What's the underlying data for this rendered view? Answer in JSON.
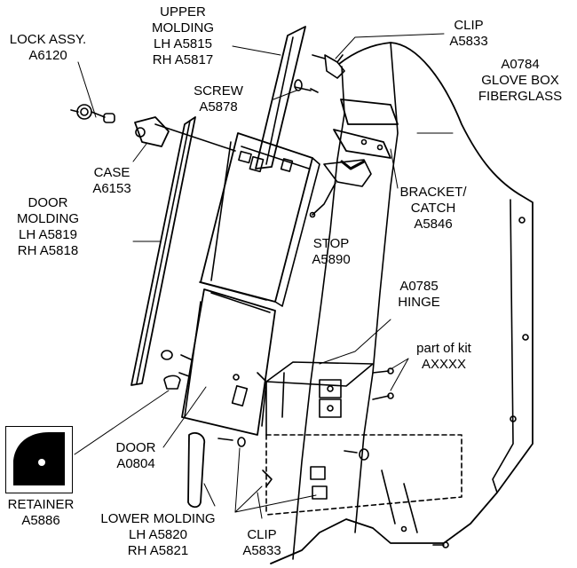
{
  "labels": {
    "upper_molding": {
      "l1": "UPPER",
      "l2": "MOLDING",
      "l3": "LH A5815",
      "l4": "RH A5817"
    },
    "lock_assy": {
      "l1": "LOCK ASSY.",
      "l2": "A6120"
    },
    "clip_top": {
      "l1": "CLIP",
      "l2": "A5833"
    },
    "glove_box": {
      "l1": "A0784",
      "l2": "GLOVE BOX",
      "l3": "FIBERGLASS"
    },
    "screw": {
      "l1": "SCREW",
      "l2": "A5878"
    },
    "case": {
      "l1": "CASE",
      "l2": "A6153"
    },
    "door_molding": {
      "l1": "DOOR",
      "l2": "MOLDING",
      "l3": "LH A5819",
      "l4": "RH A5818"
    },
    "bracket": {
      "l1": "BRACKET/",
      "l2": "CATCH",
      "l3": "A5846"
    },
    "stop": {
      "l1": "STOP",
      "l2": "A5890"
    },
    "hinge": {
      "l1": "A0785",
      "l2": "HINGE"
    },
    "kit": {
      "l1": "part of kit",
      "l2": "AXXXX"
    },
    "door": {
      "l1": "DOOR",
      "l2": "A0804"
    },
    "retainer": {
      "l1": "RETAINER",
      "l2": "A5886"
    },
    "lower_molding": {
      "l1": "LOWER MOLDING",
      "l2": "LH A5820",
      "l3": "RH A5821"
    },
    "clip_bottom": {
      "l1": "CLIP",
      "l2": "A5833"
    }
  },
  "colors": {
    "ink": "#000000",
    "paper": "#ffffff"
  }
}
